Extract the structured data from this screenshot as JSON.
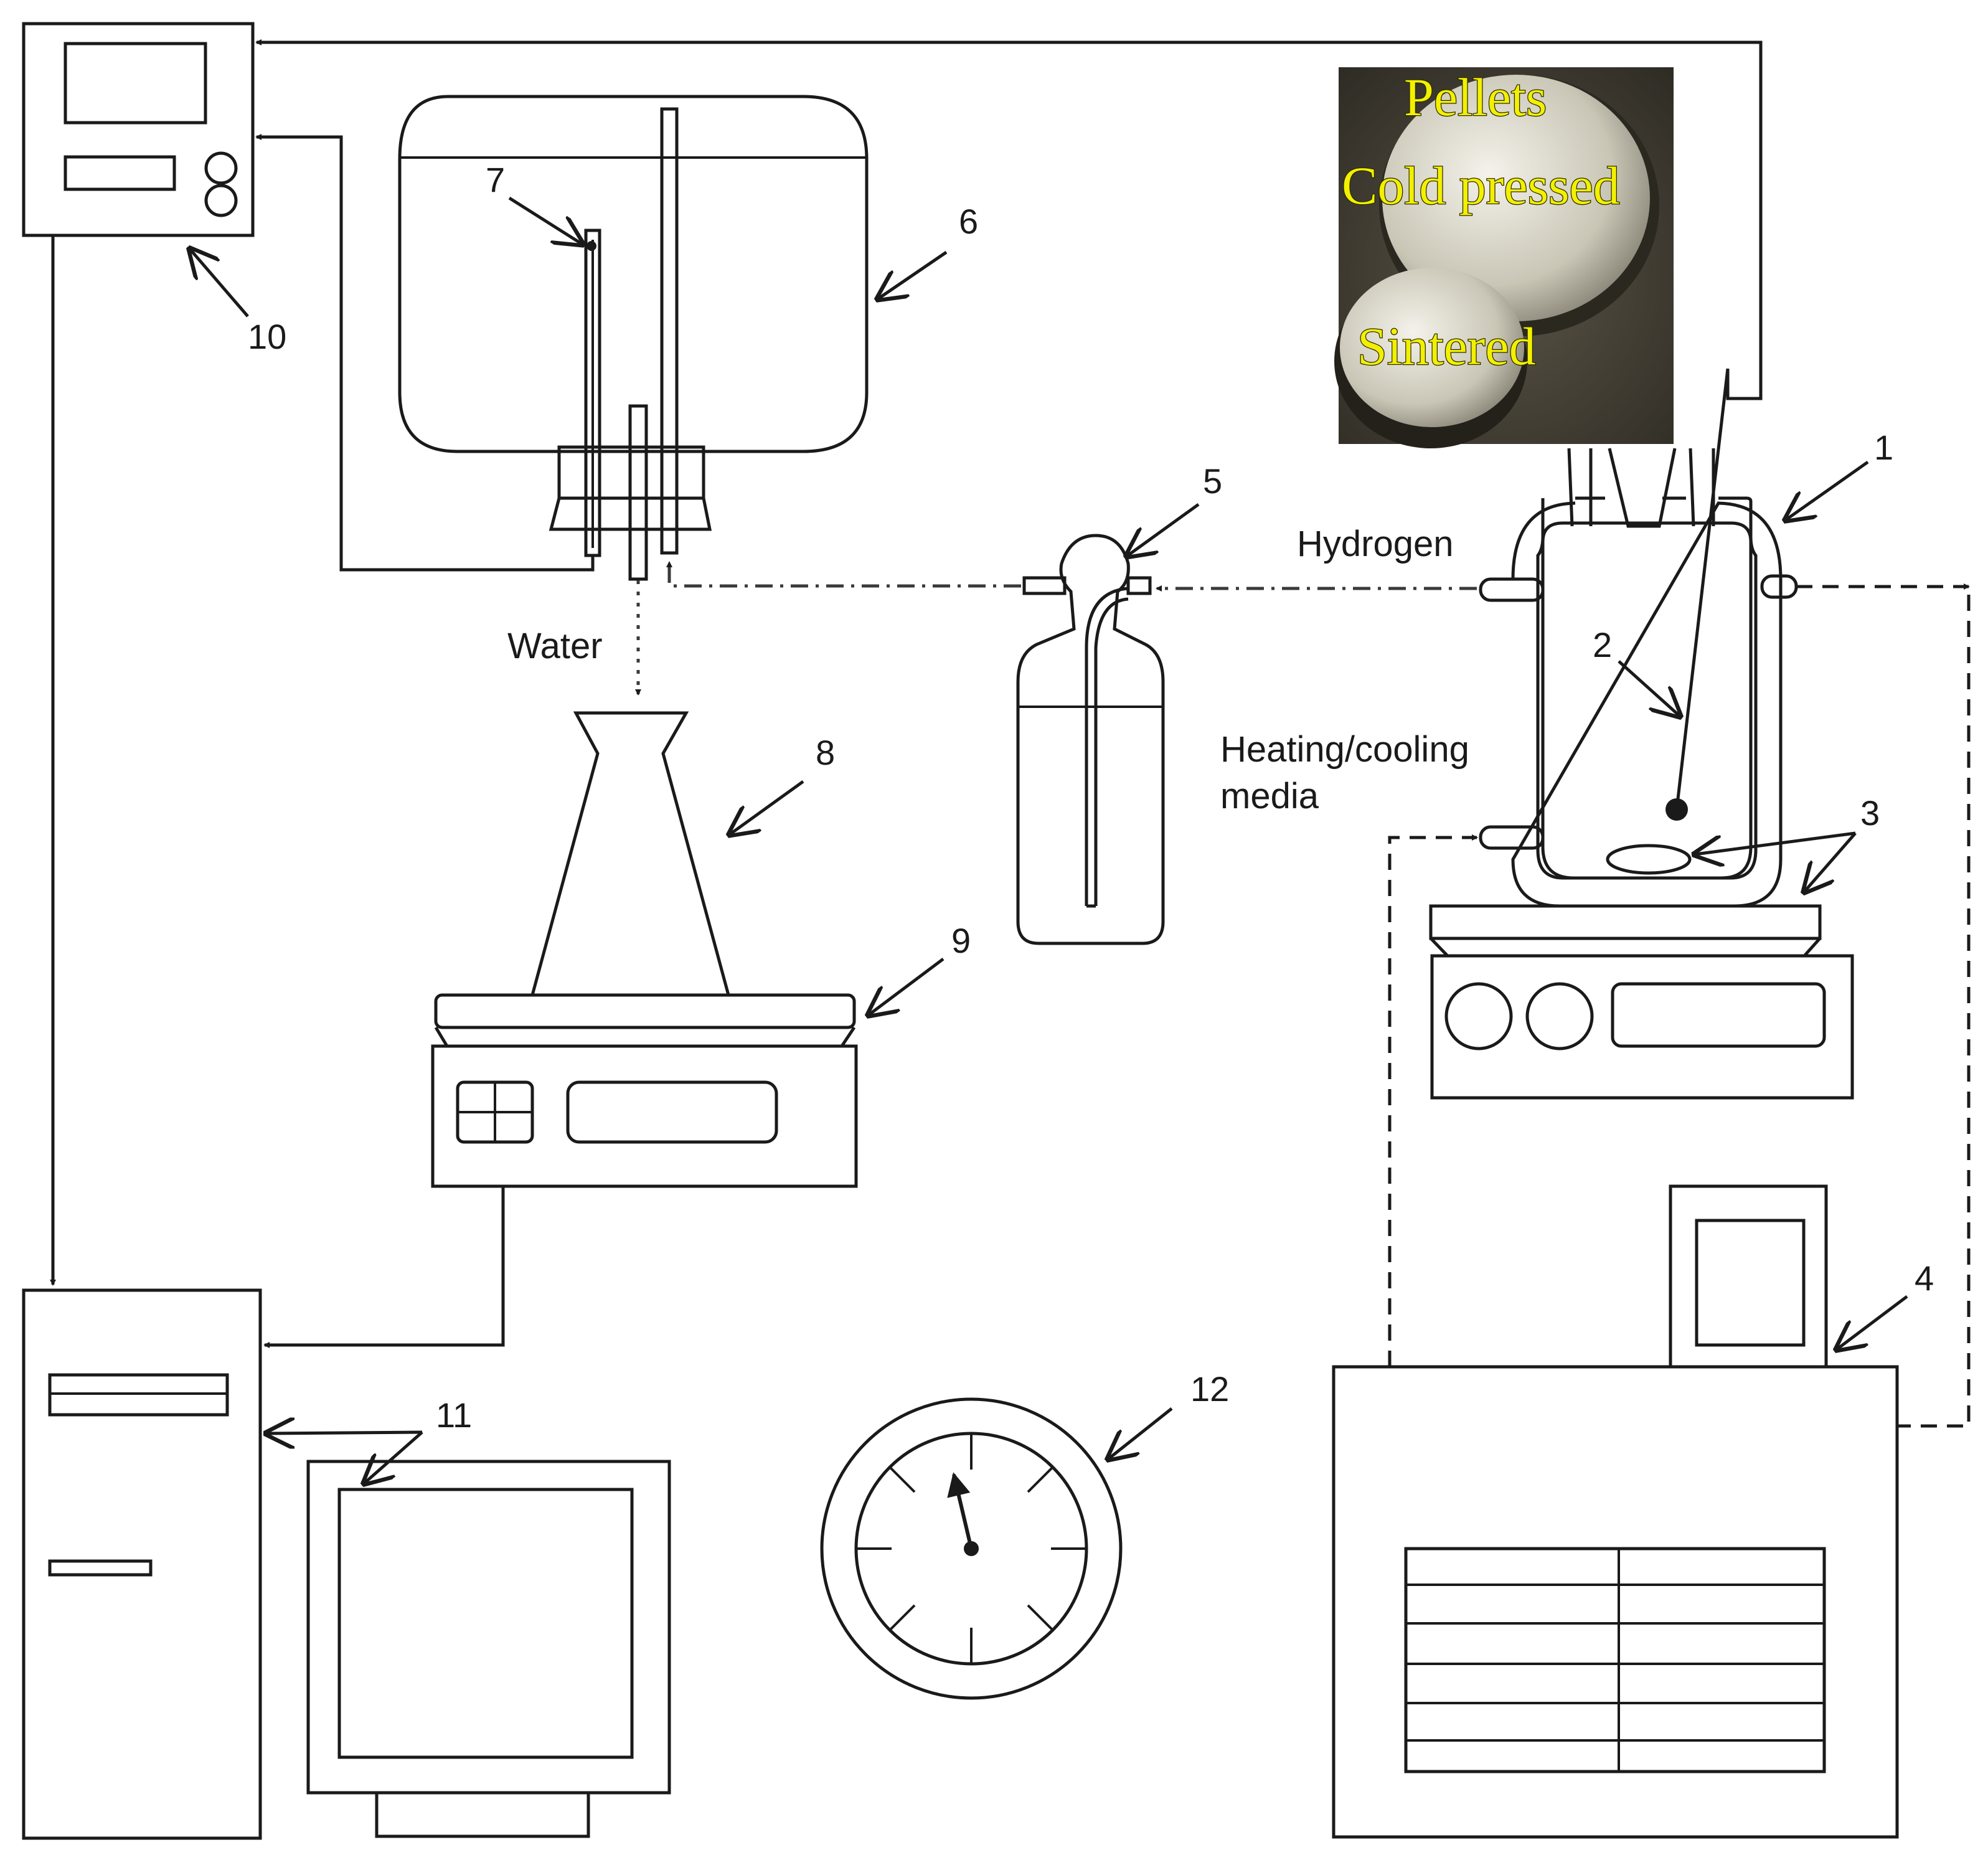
{
  "labels": {
    "n1": "1",
    "n2": "2",
    "n3": "3",
    "n4": "4",
    "n5": "5",
    "n6": "6",
    "n7": "7",
    "n8": "8",
    "n9": "9",
    "n10": "10",
    "n11": "11",
    "n12": "12"
  },
  "annotations": {
    "hydrogen": "Hydrogen",
    "water": "Water",
    "heating_cooling_line1": "Heating/cooling",
    "heating_cooling_line2": "media"
  },
  "photo_inset": {
    "pellets": "Pellets",
    "cold_pressed": "Cold pressed",
    "sintered": "Sintered"
  }
}
